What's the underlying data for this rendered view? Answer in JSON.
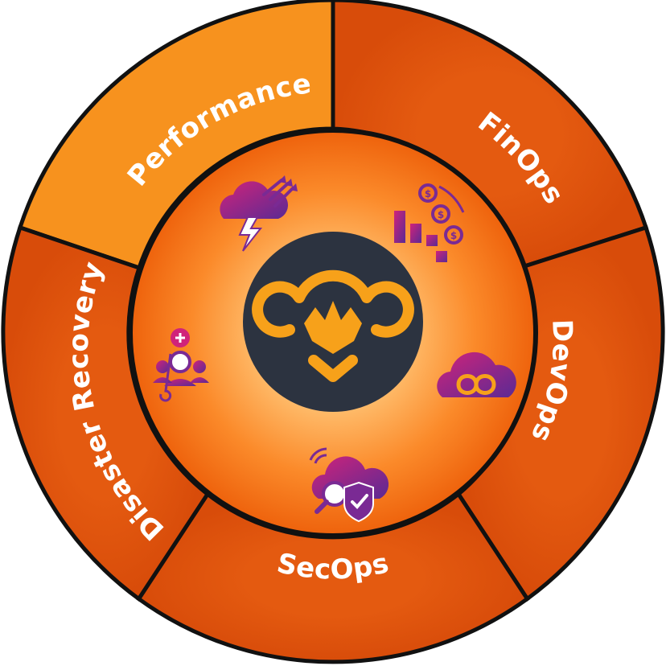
{
  "segments": [
    {
      "id": "performance",
      "label": "Performance",
      "color": "#F7921E",
      "icon": "storm-cloud-icon"
    },
    {
      "id": "finops",
      "label": "FinOps",
      "color": "#D94E0B",
      "icon": "finance-chart-icon"
    },
    {
      "id": "devops",
      "label": "DevOps",
      "color": "#D94E0B",
      "icon": "infinity-cloud-icon"
    },
    {
      "id": "secops",
      "label": "SecOps",
      "color": "#D94E0B",
      "icon": "security-cloud-icon"
    },
    {
      "id": "disaster_recovery",
      "label": "Disaster Recovery",
      "color": "#D94E0B",
      "icon": "health-check-icon"
    }
  ],
  "colors": {
    "outline": "#111111",
    "inner_ring_center": "#FFB45A",
    "inner_ring_edge": "#F06A0E",
    "hub": "#2C3340",
    "logo": "#F7A11A",
    "icon_gradient_start": "#C21E7A",
    "icon_gradient_end": "#5B2A94"
  },
  "center": {
    "icon": "crown-cloud-logo-icon"
  }
}
